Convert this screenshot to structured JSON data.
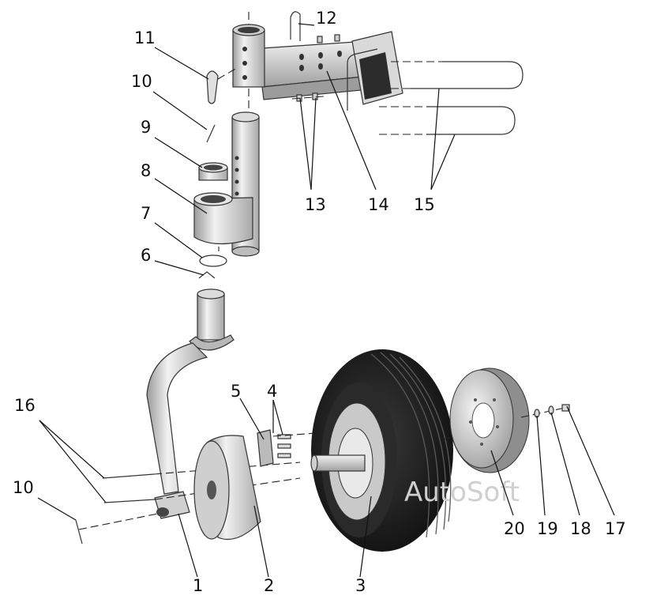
{
  "watermark": "AutoSoft",
  "colors": {
    "part_light": "#e6e6e6",
    "part_mid": "#b9b9b9",
    "part_dark": "#555555",
    "tire": "#1c1c1c",
    "line": "#111111"
  },
  "callouts": {
    "c1": "1",
    "c2": "2",
    "c3": "3",
    "c4": "4",
    "c5": "5",
    "c6": "6",
    "c7": "7",
    "c8": "8",
    "c9": "9",
    "c10a": "10",
    "c10b": "10",
    "c11": "11",
    "c12": "12",
    "c13": "13",
    "c14": "14",
    "c15": "15",
    "c16": "16",
    "c17": "17",
    "c18": "18",
    "c19": "19",
    "c20": "20"
  }
}
